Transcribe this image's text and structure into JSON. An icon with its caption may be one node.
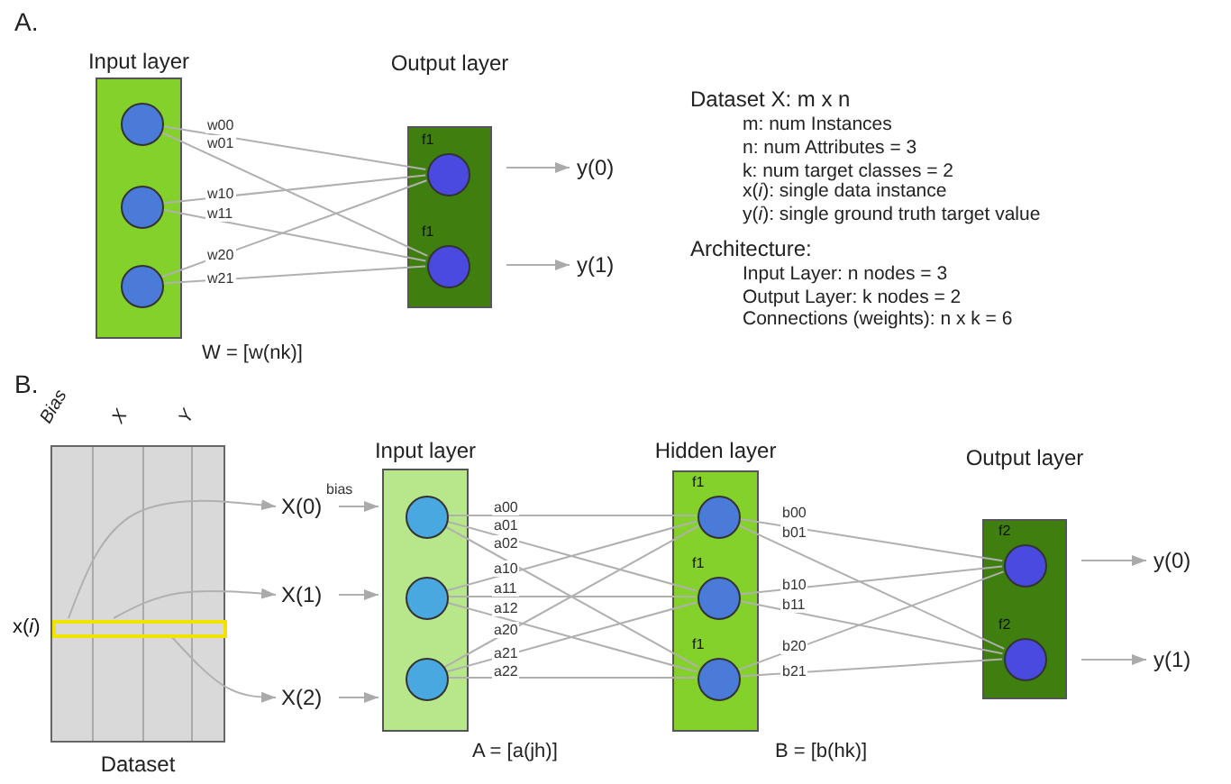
{
  "diagram": {
    "nodes": [
      {
        "text": [
          "Input layer"
        ]
      },
      {
        "text": [],
        "shape": "circle",
        "in": 0
      },
      {
        "text": [],
        "shape": "circle",
        "in": 0
      },
      {
        "text": [],
        "shape": "circle",
        "in": 0
      },
      {
        "text": [
          "Output layer"
        ]
      },
      {
        "text": [],
        "shape": "circle",
        "in": 4,
        "beside": [
          "f1"
        ]
      },
      {
        "text": [],
        "shape": "circle",
        "in": 4,
        "beside": [
          "f1"
        ]
      },
      {
        "text": [
          "y(0)"
        ]
      },
      {
        "text": [
          "y(1)"
        ]
      },
      {
        "text": [
          "Dataset"
        ]
      },
      {
        "text": [],
        "shape": "bar",
        "in": 9,
        "beside": [
          "x(*i*)"
        ]
      },
      {
        "text": [
          "X(0)"
        ]
      },
      {
        "text": [
          "X(1)"
        ]
      },
      {
        "text": [
          "X(2)"
        ]
      },
      {
        "text": [
          "Input layer"
        ]
      },
      {
        "text": [],
        "shape": "circle",
        "in": 14
      },
      {
        "text": [],
        "shape": "circle",
        "in": 14
      },
      {
        "text": [],
        "shape": "circle",
        "in": 14
      },
      {
        "text": [
          "Hidden layer"
        ]
      },
      {
        "text": [],
        "shape": "circle",
        "in": 18,
        "beside": [
          "f1"
        ]
      },
      {
        "text": [],
        "shape": "circle",
        "in": 18,
        "beside": [
          "f1"
        ]
      },
      {
        "text": [],
        "shape": "circle",
        "in": 18,
        "beside": [
          "f1"
        ]
      },
      {
        "text": [
          "Output layer"
        ]
      },
      {
        "text": [],
        "shape": "circle",
        "in": 22,
        "beside": [
          "f2"
        ]
      },
      {
        "text": [],
        "shape": "circle",
        "in": 22,
        "beside": [
          "f2"
        ]
      },
      {
        "text": [
          "y(0)"
        ]
      },
      {
        "text": [
          "y(1)"
        ]
      }
    ],
    "edges": [
      {
        "from": 1,
        "to": 5,
        "arrow": "none",
        "label": "w00"
      },
      {
        "from": 1,
        "to": 6,
        "arrow": "none",
        "label": "w01"
      },
      {
        "from": 2,
        "to": 5,
        "arrow": "none",
        "label": "w10"
      },
      {
        "from": 2,
        "to": 6,
        "arrow": "none",
        "label": "w11"
      },
      {
        "from": 3,
        "to": 5,
        "arrow": "none",
        "label": "w20"
      },
      {
        "from": 3,
        "to": 6,
        "arrow": "none",
        "label": "w21"
      },
      {
        "from": 4,
        "to": 7,
        "arrow": "to"
      },
      {
        "from": 4,
        "to": 8,
        "arrow": "to"
      },
      {
        "from": 10,
        "to": 11,
        "arrow": "to"
      },
      {
        "from": 10,
        "to": 12,
        "arrow": "to"
      },
      {
        "from": 10,
        "to": 13,
        "arrow": "to"
      },
      {
        "from": 11,
        "to": 14,
        "arrow": "to",
        "label": "bias"
      },
      {
        "from": 12,
        "to": 14,
        "arrow": "to"
      },
      {
        "from": 13,
        "to": 14,
        "arrow": "to"
      },
      {
        "from": 15,
        "to": 19,
        "arrow": "none",
        "label": "a00"
      },
      {
        "from": 15,
        "to": 20,
        "arrow": "none",
        "label": "a01"
      },
      {
        "from": 15,
        "to": 21,
        "arrow": "none",
        "label": "a02"
      },
      {
        "from": 16,
        "to": 19,
        "arrow": "none",
        "label": "a10"
      },
      {
        "from": 16,
        "to": 20,
        "arrow": "none",
        "label": "a11"
      },
      {
        "from": 16,
        "to": 21,
        "arrow": "none",
        "label": "a12"
      },
      {
        "from": 17,
        "to": 19,
        "arrow": "none",
        "label": "a20"
      },
      {
        "from": 17,
        "to": 20,
        "arrow": "none",
        "label": "a21"
      },
      {
        "from": 17,
        "to": 21,
        "arrow": "none",
        "label": "a22"
      },
      {
        "from": 19,
        "to": 23,
        "arrow": "none",
        "label": "b00"
      },
      {
        "from": 19,
        "to": 24,
        "arrow": "none",
        "label": "b01"
      },
      {
        "from": 20,
        "to": 23,
        "arrow": "none",
        "label": "b10"
      },
      {
        "from": 20,
        "to": 24,
        "arrow": "none",
        "label": "b11"
      },
      {
        "from": 21,
        "to": 23,
        "arrow": "none",
        "label": "b20"
      },
      {
        "from": 21,
        "to": 24,
        "arrow": "none",
        "label": "b21"
      },
      {
        "from": 22,
        "to": 25,
        "arrow": "to"
      },
      {
        "from": 22,
        "to": 26,
        "arrow": "to"
      }
    ],
    "labels": [
      "A.",
      "Dataset X: m x n",
      "m: num Instances",
      "n: num Attributes = 3",
      "k: num target classes = 2",
      "x(*i*): single data instance",
      "y(*i*): single ground truth target value",
      "Architecture:",
      "Input Layer: n nodes = 3",
      "Output Layer: k nodes = 2",
      "Connections (weights): n x k = 6",
      "W = [w(nk)]",
      "B.",
      "Bias",
      "X",
      "Y",
      "A = [a(jh)]",
      "B = [b(hk)]"
    ]
  }
}
